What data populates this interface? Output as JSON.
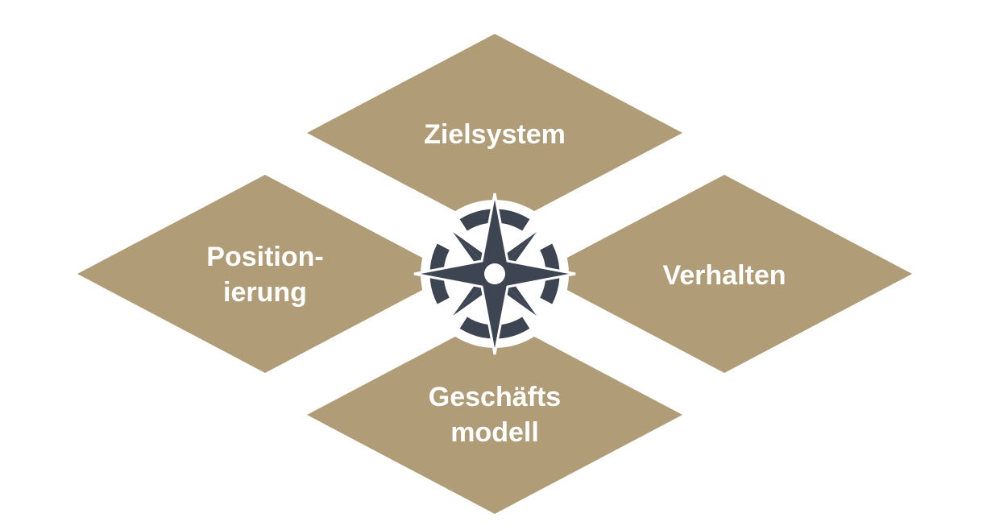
{
  "colors": {
    "diamond_fill": "#b09c76",
    "compass_fill": "#3d4452",
    "label_text": "#ffffff",
    "background": "#ffffff"
  },
  "diamonds": {
    "top": {
      "line1": "Zielsystem"
    },
    "left": {
      "line1": "Position-",
      "line2": "ierung"
    },
    "right": {
      "line1": "Verhalten"
    },
    "bottom": {
      "line1": "Geschäfts",
      "line2": "modell"
    }
  },
  "center_icon": "compass-rose-icon"
}
